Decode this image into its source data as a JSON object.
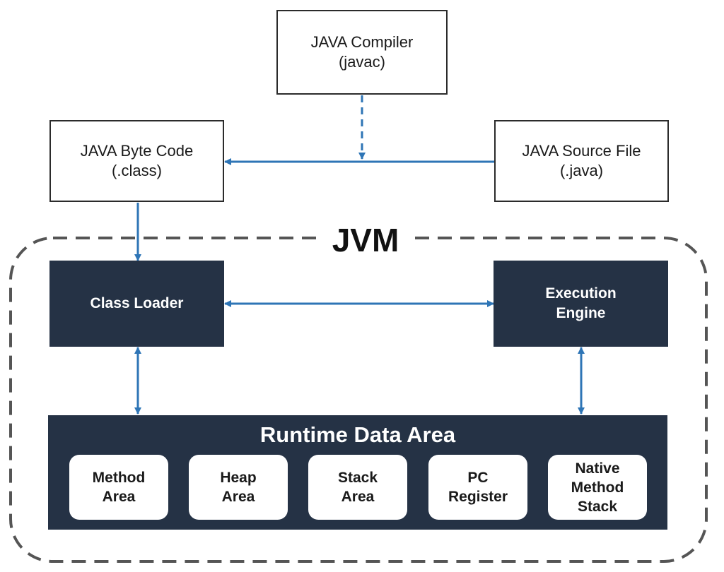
{
  "compiler": {
    "line1": "JAVA Compiler",
    "line2": "(javac)"
  },
  "byte_code": {
    "line1": "JAVA Byte Code",
    "line2": "(.class)"
  },
  "source_file": {
    "line1": "JAVA Source File",
    "line2": "(.java)"
  },
  "jvm": {
    "label": "JVM"
  },
  "class_loader": {
    "label": "Class Loader"
  },
  "execution_engine": {
    "line1": "Execution",
    "line2": "Engine"
  },
  "runtime_data_area": {
    "title": "Runtime Data Area",
    "areas": [
      {
        "lines": [
          "Method",
          "Area"
        ]
      },
      {
        "lines": [
          "Heap",
          "Area"
        ]
      },
      {
        "lines": [
          "Stack",
          "Area"
        ]
      },
      {
        "lines": [
          "PC",
          "Register"
        ]
      },
      {
        "lines": [
          "Native",
          "Method",
          "Stack"
        ]
      }
    ]
  },
  "colors": {
    "dark_box": "#253245",
    "arrow": "#2e75b6",
    "border": "#2b2b2b",
    "jvm_border": "#555555"
  }
}
